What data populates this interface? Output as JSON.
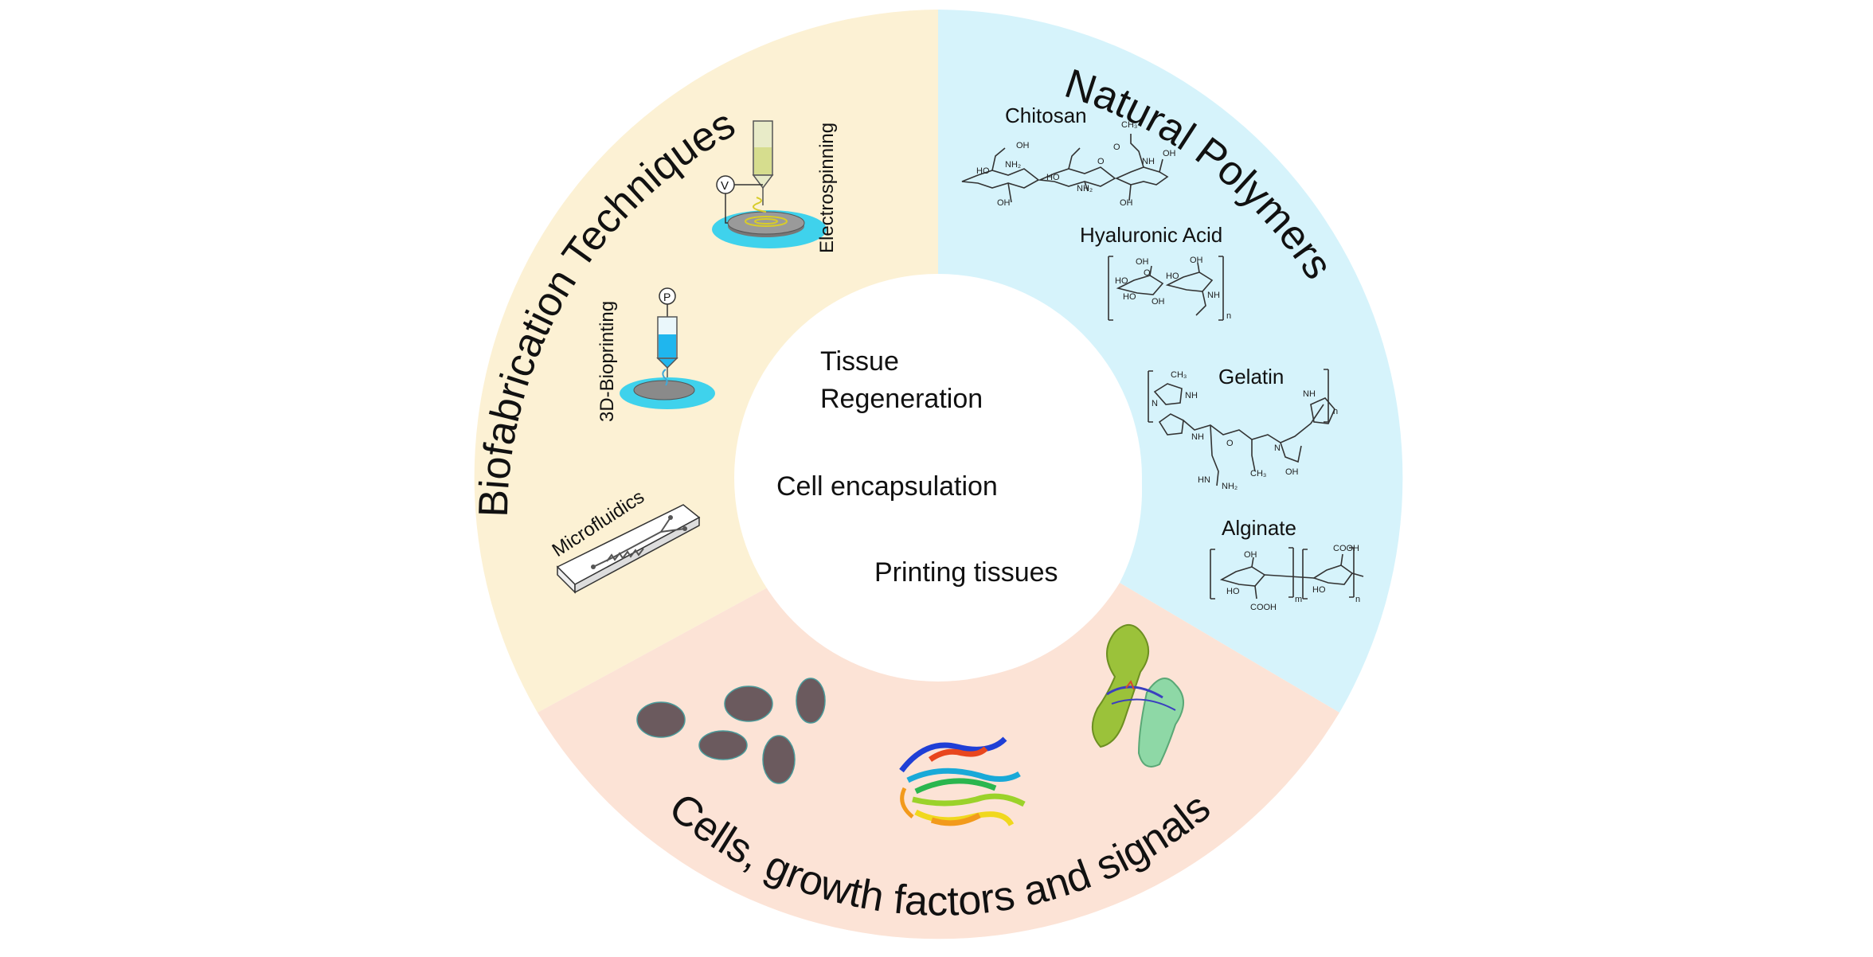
{
  "center": {
    "line1": "Tissue",
    "line2": "Regeneration",
    "item2": "Cell encapsulation",
    "item3": "Printing tissues"
  },
  "sections": {
    "biofabrication": "Biofabrication Techniques",
    "polymers": "Natural Polymers",
    "cells": "Cells, growth factors and signals"
  },
  "techniques": {
    "electrospinning": "Electrospinning",
    "bioprinting": "3D-Bioprinting",
    "microfluidics": "Microfluidics",
    "voltage_symbol": "V",
    "pressure_symbol": "P"
  },
  "polymers": {
    "chitosan": "Chitosan",
    "hyaluronic": "Hyaluronic Acid",
    "gelatin": "Gelatin",
    "alginate": "Alginate"
  },
  "colors": {
    "biofabrication_bg": "#FCF1D4",
    "polymers_bg": "#D6F3FB",
    "cells_bg": "#FCE3D6",
    "platform": "#3FD2EC",
    "disk": "#7A7A7A",
    "cell": "#6B5A5E"
  }
}
